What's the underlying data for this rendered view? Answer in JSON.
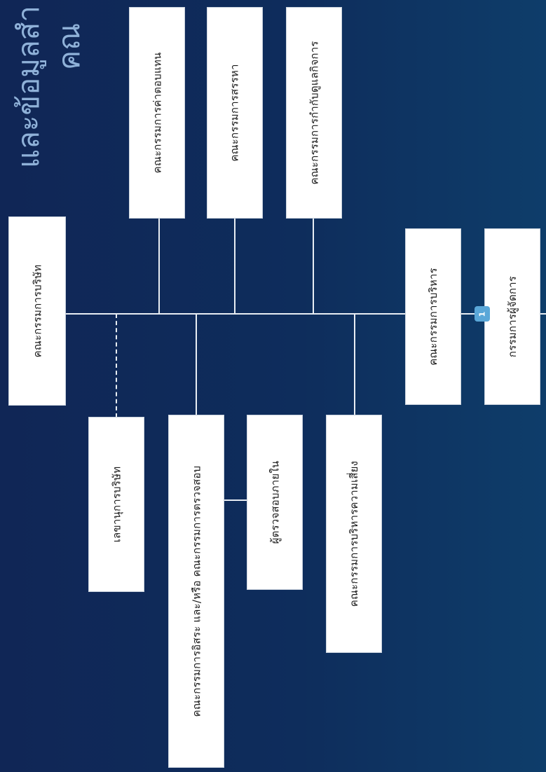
{
  "title": {
    "line1": "และข้อมูลสำ",
    "line2": "คณ"
  },
  "boxes": {
    "board": "คณะกรรมการบริษัท",
    "remuneration": "คณะกรรมการค่าตอบแทน",
    "nomination": "คณะกรรมการสรรหา",
    "governance": "คณะกรรมการกำกับดูแลกิจการ",
    "executive": "คณะกรรมการบริหาร",
    "md": "กรรมการผู้จัดการ",
    "secretary": "เลขานุการบริษัท",
    "audit": "คณะกรรมการอิสระ และ/หรือ คณะกรรมการตรวจสอบ",
    "internal_audit": "ผู้ตรวจสอบภายใน",
    "risk": "คณะกรรมการบริหารความเสี่ยง"
  },
  "badge": "1"
}
